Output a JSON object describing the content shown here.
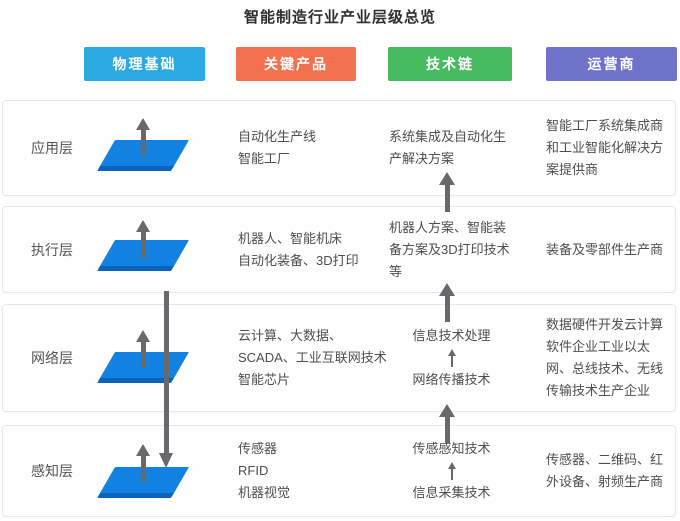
{
  "title": "智能制造行业产业层级总览",
  "columns": [
    {
      "label": "物理基础",
      "color": "#2BA9E1"
    },
    {
      "label": "关键产品",
      "color": "#F3714E"
    },
    {
      "label": "技术链",
      "color": "#47BB5F"
    },
    {
      "label": "运营商",
      "color": "#6E72C9"
    }
  ],
  "rows": [
    {
      "layer": "应用层",
      "products": [
        "自动化生产线",
        "智能工厂"
      ],
      "tech": [
        "系统集成及自动化生",
        "产解决方案"
      ],
      "operators": [
        "智能工厂系统集成商",
        "和工业智能化解决方",
        "案提供商"
      ]
    },
    {
      "layer": "执行层",
      "products": [
        "机器人、智能机床",
        "自动化装备、3D打印"
      ],
      "tech": [
        "机器人方案、智能装",
        "备方案及3D打印技术",
        "等"
      ],
      "operators": [
        "装备及零部件生产商"
      ]
    },
    {
      "layer": "网络层",
      "products": [
        "云计算、大数据、",
        "SCADA、工业互联网技术",
        "智能芯片"
      ],
      "tech_pair": {
        "top": "信息技术处理",
        "bottom": "网络传播技术"
      },
      "operators": [
        "数据硬件开发云计算",
        "软件企业工业以太",
        "网、总线技术、无线",
        "传输技术生产企业"
      ]
    },
    {
      "layer": "感知层",
      "products": [
        "传感器",
        "RFID",
        "机器视觉"
      ],
      "tech_pair": {
        "top": "传感感知技术",
        "bottom": "信息采集技术"
      },
      "operators": [
        "传感器、二维码、红",
        "外设备、射频生产商"
      ]
    }
  ],
  "icons": {
    "layer_platform": "css-blue-parallelogram",
    "up_arrow": "css-triangle-up",
    "down_arrow": "css-triangle-down"
  },
  "colors": {
    "platform_blue": "#1282E2",
    "platform_edge": "#0B63BE",
    "arrow_gray": "#67696C"
  }
}
